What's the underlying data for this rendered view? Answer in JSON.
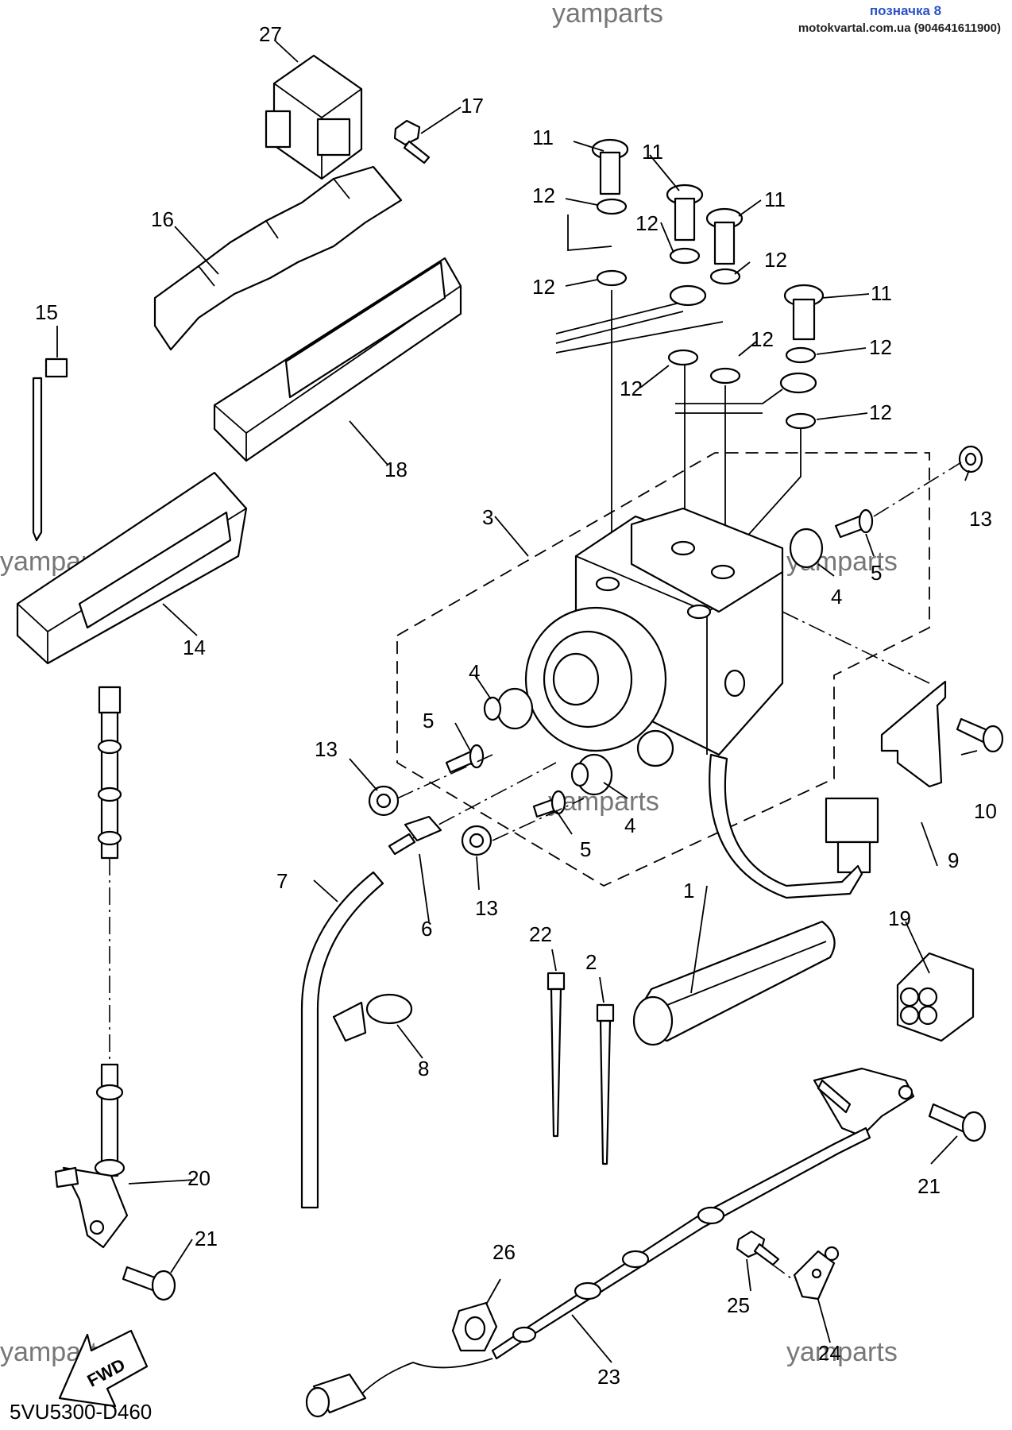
{
  "header": {
    "label": "позначка 8",
    "site": "motokvartal.com.ua (904641611900)"
  },
  "watermark": "yamparts",
  "diagram_code": "5VU5300-D460",
  "fwd_label": "FWD",
  "callouts": [
    "27",
    "17",
    "16",
    "15",
    "18",
    "14",
    "11",
    "12",
    "3",
    "13",
    "4",
    "5",
    "7",
    "6",
    "8",
    "1",
    "9",
    "10",
    "19",
    "22",
    "2",
    "20",
    "21",
    "26",
    "25",
    "23",
    "24"
  ]
}
